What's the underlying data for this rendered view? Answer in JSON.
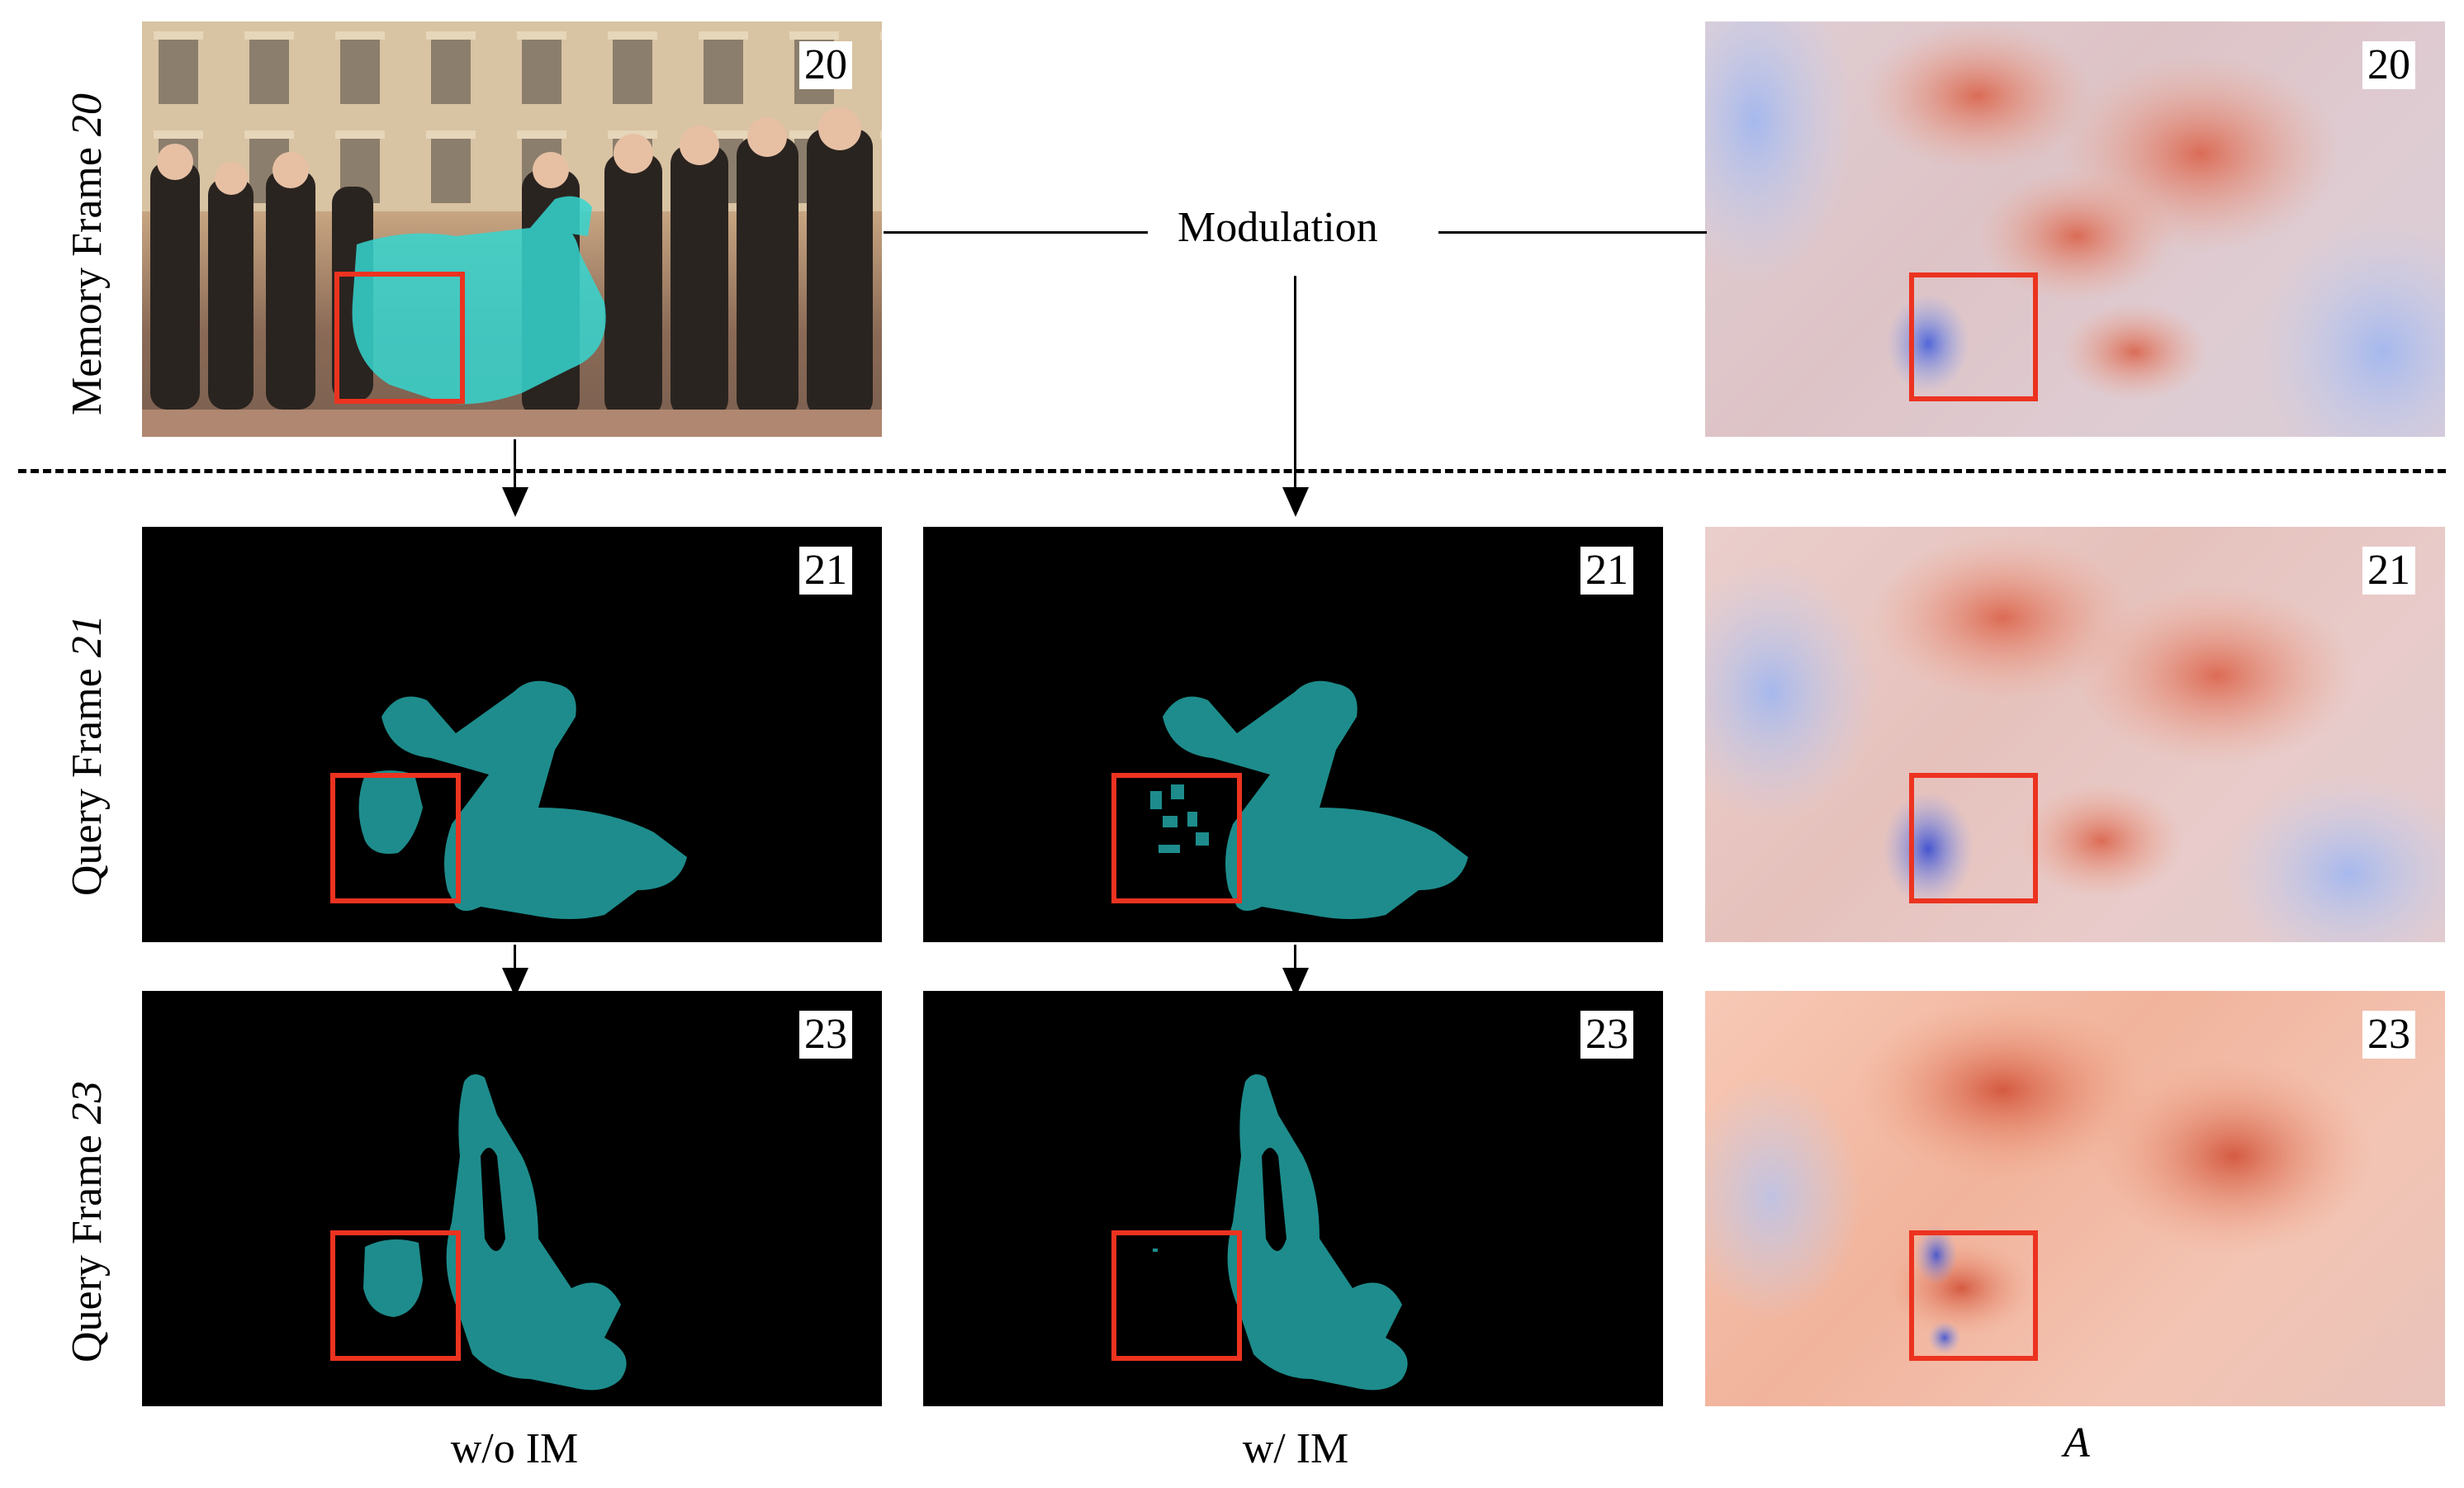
{
  "row_labels": {
    "row1_prefix": "Memory Frame ",
    "row1_num": "20",
    "row2_prefix": "Query Frame ",
    "row2_num": "21",
    "row3_prefix": "Query Frame ",
    "row3_num": "23"
  },
  "modulation_label": "Modulation",
  "column_labels": {
    "col1": "w/o IM",
    "col2": "w/ IM",
    "col3": "A"
  },
  "frame_numbers": {
    "memory": "20",
    "query1": "21",
    "query2": "23"
  },
  "colors": {
    "mask_teal": "#1e8c8c",
    "highlight_red": "#ec3320",
    "attention_warm": "#e9866a",
    "attention_cool": "#5a6fd6"
  }
}
